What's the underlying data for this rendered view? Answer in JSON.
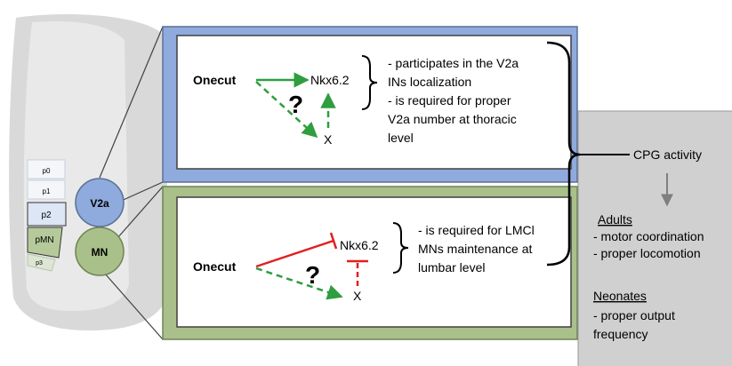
{
  "spinal_cord": {
    "domains": [
      "p0",
      "p1",
      "p2",
      "pMN",
      "p3"
    ]
  },
  "cells": {
    "v2a": "V2a",
    "mn": "MN"
  },
  "top_panel": {
    "onecut": "Onecut",
    "target": "Nkx6.2",
    "unknown": "X",
    "question": "?",
    "lines": [
      "- participates in the V2a",
      "INs localization",
      "- is required for proper",
      "V2a number at thoracic",
      "level"
    ]
  },
  "bottom_panel": {
    "onecut": "Onecut",
    "target": "Nkx6.2",
    "unknown": "X",
    "question": "?",
    "lines": [
      "- is required for LMCl",
      "MNs maintenance at",
      "lumbar level"
    ]
  },
  "summary": {
    "cpg": "CPG activity",
    "adults_heading": "Adults",
    "adults_lines": [
      "- motor coordination",
      "- proper locomotion"
    ],
    "neonates_heading": "Neonates",
    "neonates_lines": [
      "- proper output",
      "frequency"
    ]
  },
  "colors": {
    "blue_panel": "#8faadc",
    "green_panel": "#a9c08a",
    "cell_blue": "#8faadc",
    "cell_green": "#a9c08a",
    "activation": "#2e9e3e",
    "inhibition": "#e02020",
    "summary_box": "#d0d0d0"
  }
}
